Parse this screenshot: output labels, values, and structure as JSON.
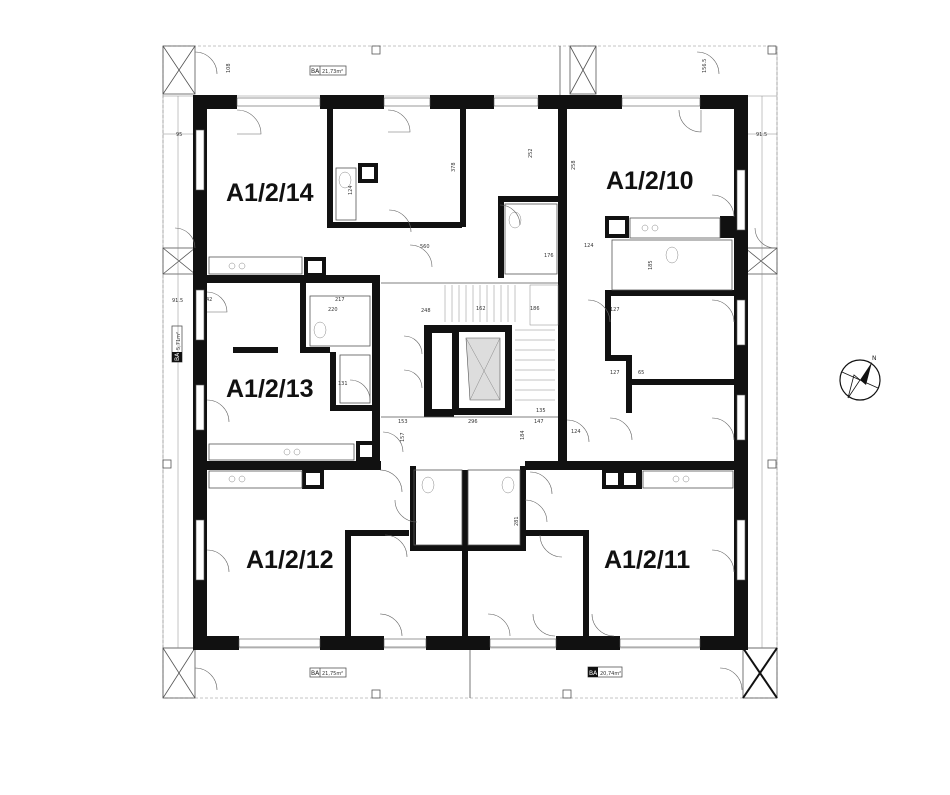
{
  "apartments": [
    {
      "label": "A1/2/14"
    },
    {
      "label": "A1/2/10"
    },
    {
      "label": "A1/2/13"
    },
    {
      "label": "A1/2/12"
    },
    {
      "label": "A1/2/11"
    }
  ],
  "dimensions": {
    "top_left": "108",
    "top_right": "156.5",
    "left_95": "95",
    "right_915": "91.5",
    "left_915": "91.5",
    "d560": "560",
    "d378": "378",
    "d252": "252",
    "d258": "258",
    "d124_a": "124",
    "d124_b": "124",
    "d124_c": "124",
    "d185": "185",
    "d217": "217",
    "d220": "220",
    "d248": "248",
    "d162": "162",
    "d186": "186",
    "d127_a": "127",
    "d127_b": "127",
    "d65": "65",
    "d153": "153",
    "d296": "296",
    "d147": "147",
    "d135": "135",
    "d176": "176",
    "d131": "131",
    "d42": "42",
    "d157": "157",
    "d184": "184",
    "d281": "281"
  },
  "balcony_tags": {
    "top": {
      "code": "BA",
      "area": "21,73m²"
    },
    "bottom_left": {
      "code": "BA",
      "area": "21,75m²"
    },
    "bottom_right": {
      "code": "BA",
      "area": "20,74m²"
    },
    "left": {
      "code": "BA",
      "area": "5,71m²"
    }
  },
  "colors": {
    "wall": "#111111",
    "line": "#555555",
    "background": "#ffffff"
  },
  "icons": [
    "north-arrow-icon"
  ],
  "north": {
    "label": "N"
  }
}
